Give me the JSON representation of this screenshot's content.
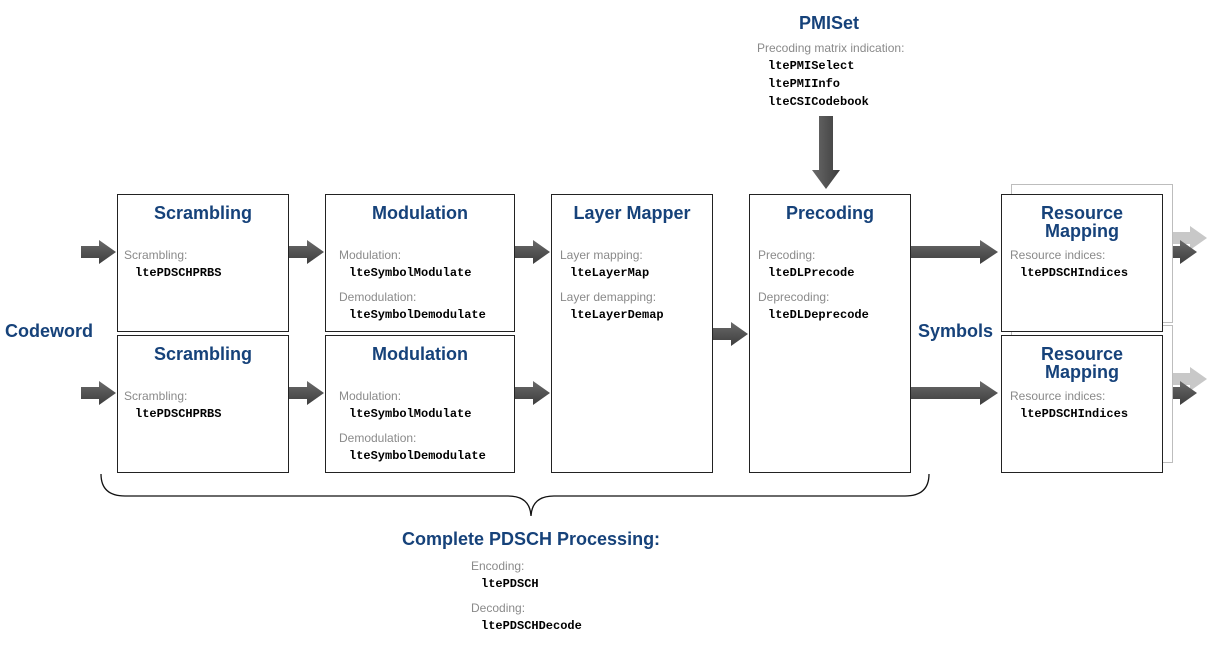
{
  "pmiset": {
    "title": "PMISet",
    "label": "Precoding matrix indication:",
    "functions": [
      "ltePMISelect",
      "ltePMIInfo",
      "lteCSICodebook"
    ]
  },
  "io": {
    "codeword": "Codeword",
    "symbols": "Symbols"
  },
  "scrambling": {
    "title": "Scrambling",
    "label": "Scrambling:",
    "fn": "ltePDSCHPRBS"
  },
  "modulation": {
    "title": "Modulation",
    "mod_label": "Modulation:",
    "mod_fn": "lteSymbolModulate",
    "demod_label": "Demodulation:",
    "demod_fn": "lteSymbolDemodulate"
  },
  "layer_mapper": {
    "title": "Layer Mapper",
    "map_label": "Layer mapping:",
    "map_fn": "lteLayerMap",
    "demap_label": "Layer demapping:",
    "demap_fn": "lteLayerDemap"
  },
  "precoding": {
    "title": "Precoding",
    "pre_label": "Precoding:",
    "pre_fn": "lteDLPrecode",
    "depre_label": "Deprecoding:",
    "depre_fn": "lteDLDeprecode"
  },
  "resource_mapping": {
    "title_line1": "Resource",
    "title_line2": "Mapping",
    "label": "Resource indices:",
    "fn": "ltePDSCHIndices"
  },
  "complete": {
    "title": "Complete PDSCH Processing:",
    "enc_label": "Encoding:",
    "enc_fn": "ltePDSCH",
    "dec_label": "Decoding:",
    "dec_fn": "ltePDSCHDecode"
  },
  "colors": {
    "title": "#16427a",
    "arrow": "#555555",
    "ghost_arrow": "#c8c8c8",
    "label": "#8a8a8a"
  }
}
